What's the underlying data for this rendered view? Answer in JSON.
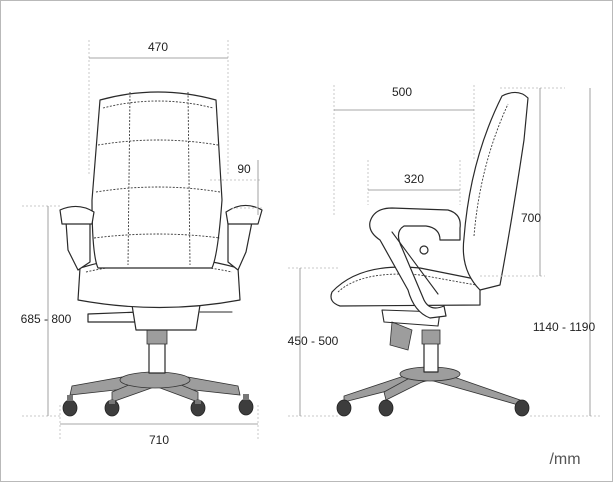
{
  "dimensions": {
    "front_width": "470",
    "armrest_height": "90",
    "seat_height_front": "685 - 800",
    "base_width": "710",
    "seat_depth": "500",
    "seat_inner_depth": "320",
    "backrest_height": "700",
    "seat_height_side": "450 - 500",
    "total_height": "1140 - 1190"
  },
  "unit": "/mm"
}
